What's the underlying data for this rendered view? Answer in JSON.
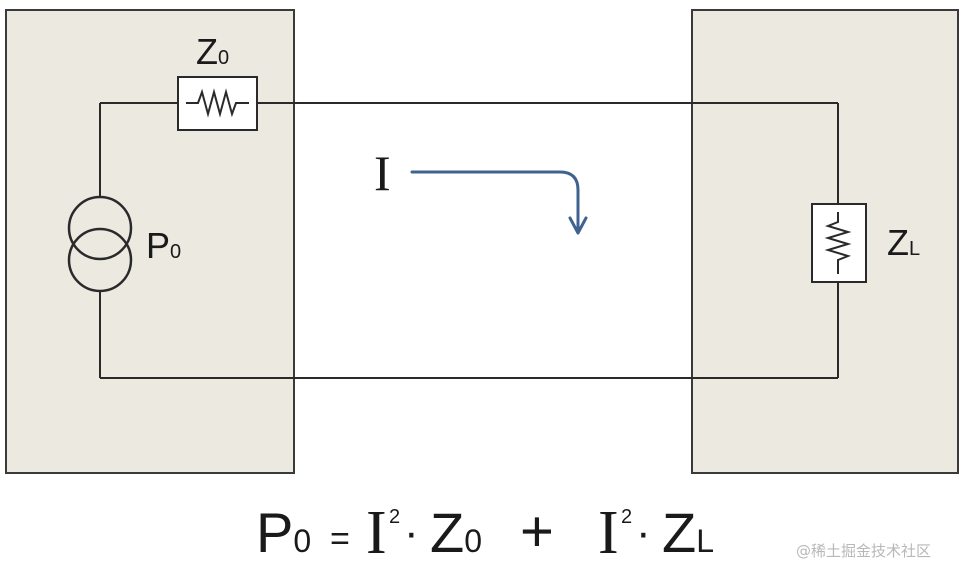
{
  "diagram": {
    "source": {
      "main": "Z",
      "sub": "0"
    },
    "generator": {
      "main": "P",
      "sub": "0"
    },
    "load": {
      "main": "Z",
      "sub": "L"
    },
    "current": {
      "symbol": "I"
    }
  },
  "equation": {
    "lhs_main": "P",
    "lhs_sub": "0",
    "eq": "=",
    "t1_current": "I",
    "t1_exp": "2",
    "t1_dot": "·",
    "t1_main": "Z",
    "t1_sub": "0",
    "plus": "+",
    "t2_current": "I",
    "t2_exp": "2",
    "t2_dot": "·",
    "t2_main": "Z",
    "t2_sub": "L"
  },
  "watermark": {
    "text": "@稀土掘金技术社区"
  },
  "colors": {
    "panel_fill": "#ece9e1",
    "panel_stroke": "#3a3a3a",
    "wire": "#2a2a2a",
    "arrow": "#3f6290"
  }
}
